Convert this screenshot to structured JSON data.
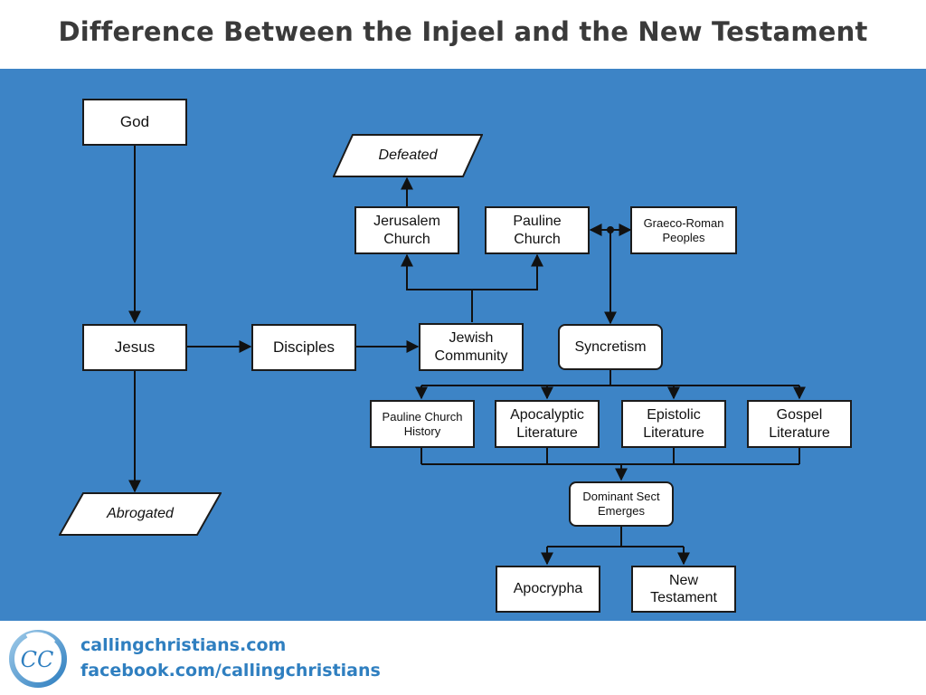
{
  "title": "Difference Between the Injeel and the New Testament",
  "nodes": {
    "god": "God",
    "jesus": "Jesus",
    "abrogated": "Abrogated",
    "disciples": "Disciples",
    "jewish_community": "Jewish Community",
    "jerusalem_church": "Jerusalem Church",
    "defeated": "Defeated",
    "pauline_church": "Pauline Church",
    "graeco_roman": "Graeco-Roman Peoples",
    "syncretism": "Syncretism",
    "pauline_church_history": "Pauline Church History",
    "apocalyptic_literature": "Apocalyptic Literature",
    "epistolic_literature": "Epistolic Literature",
    "gospel_literature": "Gospel Literature",
    "dominant_sect": "Dominant Sect Emerges",
    "apocrypha": "Apocrypha",
    "new_testament": "New Testament"
  },
  "footer": {
    "logo": "CC",
    "website": "callingchristians.com",
    "facebook": "facebook.com/callingchristians"
  },
  "colors": {
    "background": "#3d84c6",
    "node_fill": "#ffffff",
    "node_border": "#1b1b1b",
    "footer_text": "#2f7fc0",
    "title_text": "#3a3a3a"
  }
}
